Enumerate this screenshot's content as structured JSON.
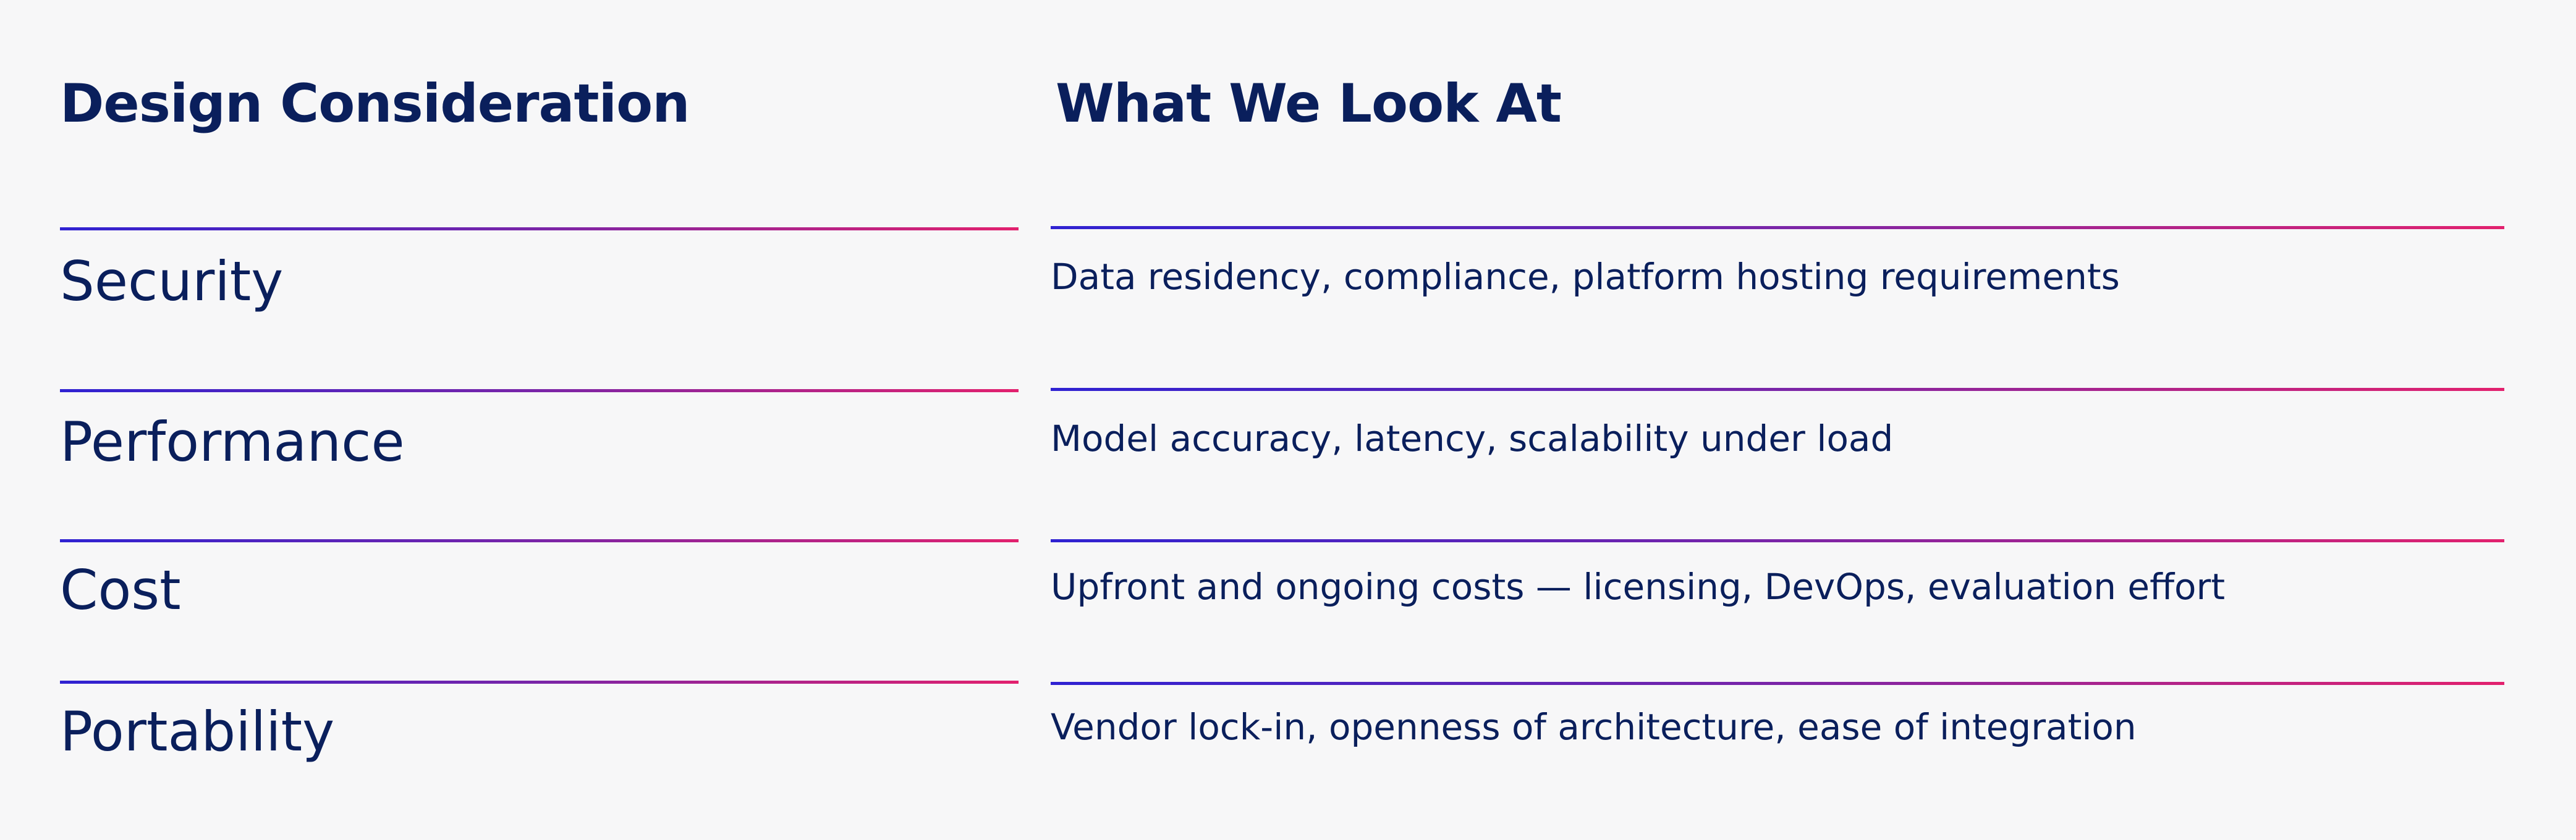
{
  "headers": {
    "consideration": "Design Consideration",
    "what": "What We Look At"
  },
  "rows": [
    {
      "label": "Security",
      "description": "Data residency, compliance, platform hosting requirements"
    },
    {
      "label": "Performance",
      "description": "Model accuracy, latency, scalability under load"
    },
    {
      "label": "Cost",
      "description": "Upfront and ongoing costs — licensing, DevOps, evaluation effort"
    },
    {
      "label": "Portability",
      "description": "Vendor lock-in, openness of architecture, ease of integration"
    }
  ],
  "colors": {
    "text": "#0a1f5c",
    "line_start": "#2f22d2",
    "line_end": "#e2216e",
    "background": "#f7f7f8"
  }
}
